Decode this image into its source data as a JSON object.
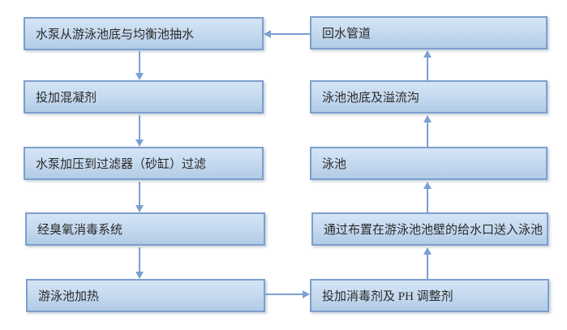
{
  "diagram_type": "flowchart",
  "subject": "swimming-pool water circulation and treatment process",
  "colors": {
    "canvas_bg": "#ffffff",
    "box_fill_top": "#d5e5f6",
    "box_fill_mid": "#c3d8ee",
    "box_fill_bottom": "#b2cbe6",
    "box_border": "#7c9fcd",
    "arrow_color": "#7c9fd1",
    "text_color": "#2b2b2b"
  },
  "nodes": [
    {
      "id": "pump-intake",
      "label": "水泵从游泳池底与均衡池抽水"
    },
    {
      "id": "coagulant",
      "label": "投加混凝剂"
    },
    {
      "id": "filter",
      "label": "水泵加压到过滤器（砂缸）过滤"
    },
    {
      "id": "ozone",
      "label": "经臭氧消毒系统"
    },
    {
      "id": "heating",
      "label": "游泳池加热"
    },
    {
      "id": "return-pipe",
      "label": "回水管道"
    },
    {
      "id": "pool-bottom-overflow",
      "label": "泳池池底及溢流沟"
    },
    {
      "id": "pool",
      "label": "泳池"
    },
    {
      "id": "wall-inlets",
      "label": "通过布置在游泳池池壁的给水口送入泳池"
    },
    {
      "id": "disinfectant-ph",
      "label": "投加消毒剂及 PH 调整剂"
    }
  ],
  "edges": [
    {
      "from": "pump-intake",
      "to": "coagulant",
      "direction": "down"
    },
    {
      "from": "coagulant",
      "to": "filter",
      "direction": "down"
    },
    {
      "from": "filter",
      "to": "ozone",
      "direction": "down"
    },
    {
      "from": "ozone",
      "to": "heating",
      "direction": "down"
    },
    {
      "from": "heating",
      "to": "disinfectant-ph",
      "direction": "right"
    },
    {
      "from": "disinfectant-ph",
      "to": "wall-inlets",
      "direction": "up"
    },
    {
      "from": "wall-inlets",
      "to": "pool",
      "direction": "up"
    },
    {
      "from": "pool",
      "to": "pool-bottom-overflow",
      "direction": "up"
    },
    {
      "from": "pool-bottom-overflow",
      "to": "return-pipe",
      "direction": "up"
    },
    {
      "from": "return-pipe",
      "to": "pump-intake",
      "direction": "left"
    }
  ]
}
